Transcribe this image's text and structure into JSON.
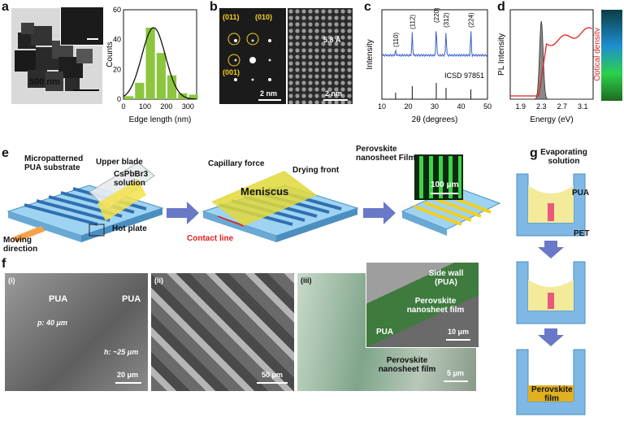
{
  "panels": {
    "a": "a",
    "b": "b",
    "c": "c",
    "d": "d",
    "e": "e",
    "f": "f",
    "g": "g"
  },
  "a": {
    "scale_main": "500 nm",
    "chart_data": {
      "type": "bar",
      "xlabel": "Edge length (nm)",
      "ylabel": "Counts",
      "x_ticks": [
        "0",
        "100",
        "200",
        "300"
      ],
      "y_ticks": [
        "0",
        "20",
        "40",
        "60"
      ],
      "xlim": [
        0,
        340
      ],
      "ylim": [
        0,
        60
      ],
      "bin_centers": [
        25,
        75,
        125,
        175,
        225,
        275,
        325
      ],
      "values": [
        2,
        11,
        48,
        31,
        16,
        4,
        3
      ],
      "fit_curve": "normal",
      "bar_color": "#8cc63f"
    }
  },
  "b": {
    "spot_labels": [
      "(011)",
      "(010)",
      "(001)"
    ],
    "scale_left": "2 nm",
    "scale_right": "2 nm",
    "spacing": "5.8 Å"
  },
  "c": {
    "chart_data": {
      "type": "line",
      "xlabel": "2θ (degrees)",
      "ylabel": "Intensity",
      "x_ticks": [
        "10",
        "20",
        "30",
        "40",
        "50"
      ],
      "xlim": [
        10,
        50
      ],
      "peaks": [
        {
          "x": 15.2,
          "label": "(110)"
        },
        {
          "x": 21.5,
          "label": "(112)"
        },
        {
          "x": 30.6,
          "label": "(220)"
        },
        {
          "x": 34.3,
          "label": "(312)"
        },
        {
          "x": 43.7,
          "label": "(224)"
        }
      ],
      "reference": "ICSD 97851",
      "line_color": "#3a5fc8"
    }
  },
  "d": {
    "chart_data": {
      "type": "line",
      "xlabel": "Energy (eV)",
      "ylabel_left": "PL Intensity",
      "ylabel_right": "Optical density",
      "x_ticks": [
        "1.9",
        "2.3",
        "2.7",
        "3.1"
      ],
      "xlim": [
        1.7,
        3.3
      ],
      "pl_peak_ev": 2.3,
      "colors": {
        "pl": "#888888",
        "od": "#e02020"
      }
    }
  },
  "e": {
    "labels": {
      "substrate": "Micropatterned PUA substrate",
      "upper_blade": "Upper blade",
      "solution": "CsPbBr3 solution",
      "hot_plate": "Hot plate",
      "moving": "Moving direction",
      "capillary": "Capillary force",
      "drying": "Drying front",
      "meniscus": "Meniscus",
      "contact_line": "Contact line",
      "film": "Perovskite nanosheet Film",
      "inset_scale": "100 μm"
    }
  },
  "f": {
    "i": {
      "tag": "(i)",
      "pua1": "PUA",
      "pua2": "PUA",
      "pitch": "p: 40 μm",
      "height": "h: ~25 μm",
      "scale": "20 μm"
    },
    "ii": {
      "tag": "(ii)",
      "scale": "50 μm"
    },
    "iii": {
      "tag": "(iii)",
      "film": "Perovskite nanosheet film",
      "scale": "5 μm"
    },
    "inset": {
      "sidewall": "Side wall (PUA)",
      "film": "Perovskite nanosheet film",
      "pua": "PUA",
      "scale": "10 μm"
    }
  },
  "g": {
    "evap": "Evaporating solution",
    "pua": "PUA",
    "pet": "PET",
    "film": "Perovskite film"
  }
}
